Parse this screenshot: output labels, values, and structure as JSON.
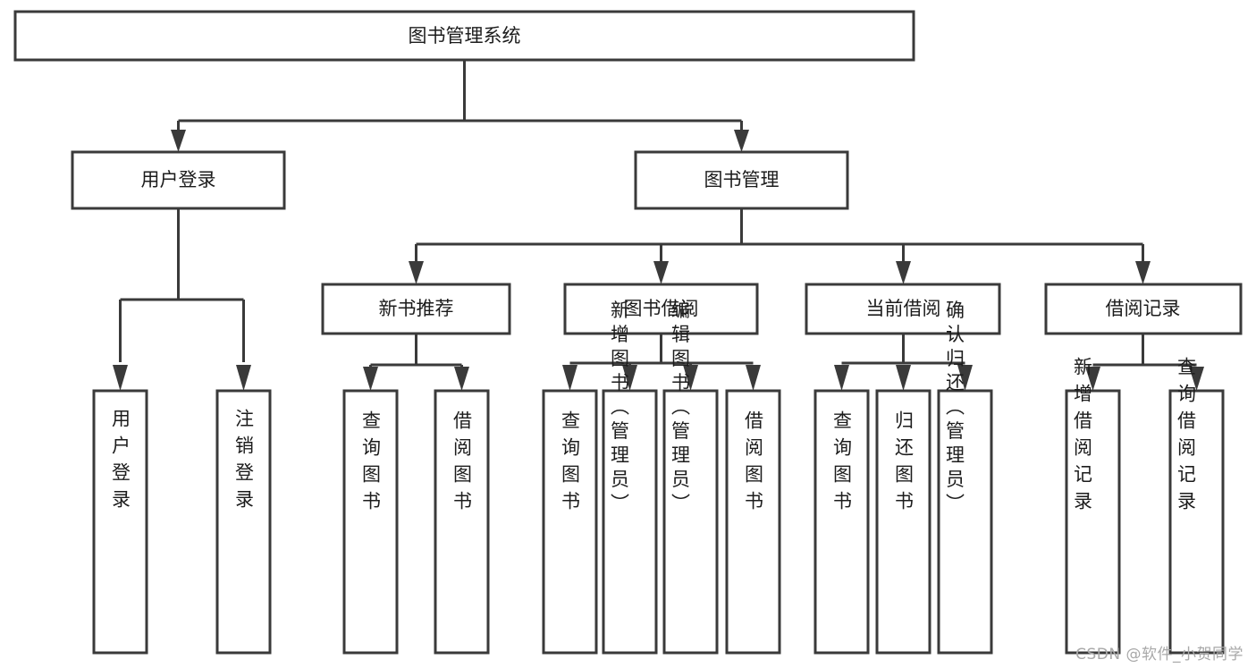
{
  "diagram": {
    "type": "tree",
    "title": "图书管理系统",
    "watermark": "CSDN @软件_小贺同学",
    "levels": {
      "root": {
        "id": "root",
        "label": "图书管理系统",
        "orientation": "horizontal"
      },
      "level2": [
        {
          "id": "user-login",
          "label": "用户登录",
          "orientation": "horizontal"
        },
        {
          "id": "book-management",
          "label": "图书管理",
          "orientation": "horizontal"
        }
      ],
      "level3": [
        {
          "id": "new-book-recommend",
          "label": "新书推荐",
          "orientation": "horizontal",
          "parent": "book-management"
        },
        {
          "id": "book-borrow",
          "label": "图书借阅",
          "orientation": "horizontal",
          "parent": "book-management"
        },
        {
          "id": "current-borrow",
          "label": "当前借阅",
          "orientation": "horizontal",
          "parent": "book-management"
        },
        {
          "id": "borrow-record",
          "label": "借阅记录",
          "orientation": "horizontal",
          "parent": "book-management"
        }
      ],
      "leaves": [
        {
          "id": "leaf-user-login",
          "label": "用户登录",
          "orientation": "vertical",
          "parent": "user-login"
        },
        {
          "id": "leaf-user-logout",
          "label": "注销登录",
          "orientation": "vertical",
          "parent": "user-login"
        },
        {
          "id": "leaf-query-book-1",
          "label": "查询图书",
          "orientation": "vertical",
          "parent": "new-book-recommend"
        },
        {
          "id": "leaf-borrow-book-1",
          "label": "借阅图书",
          "orientation": "vertical",
          "parent": "new-book-recommend"
        },
        {
          "id": "leaf-query-book-2",
          "label": "查询图书",
          "orientation": "vertical",
          "parent": "book-borrow"
        },
        {
          "id": "leaf-add-book",
          "label": "新增图书（管理员）",
          "orientation": "vertical",
          "parent": "book-borrow"
        },
        {
          "id": "leaf-edit-book",
          "label": "编辑图书（管理员）",
          "orientation": "vertical",
          "parent": "book-borrow"
        },
        {
          "id": "leaf-borrow-book-2",
          "label": "借阅图书",
          "orientation": "vertical",
          "parent": "book-borrow"
        },
        {
          "id": "leaf-query-book-3",
          "label": "查询图书",
          "orientation": "vertical",
          "parent": "current-borrow"
        },
        {
          "id": "leaf-return-book",
          "label": "归还图书",
          "orientation": "vertical",
          "parent": "current-borrow"
        },
        {
          "id": "leaf-confirm-return",
          "label": "确认归还（管理员）",
          "orientation": "vertical",
          "parent": "current-borrow"
        },
        {
          "id": "leaf-add-record",
          "label": "新增借阅记录",
          "orientation": "vertical",
          "parent": "borrow-record"
        },
        {
          "id": "leaf-query-record",
          "label": "查询借阅记录",
          "orientation": "vertical",
          "parent": "borrow-record"
        }
      ]
    },
    "colors": {
      "stroke": "#3a3a3a",
      "fill": "#ffffff",
      "text": "#1c1c1c",
      "watermark": "#a8a8a8"
    }
  }
}
